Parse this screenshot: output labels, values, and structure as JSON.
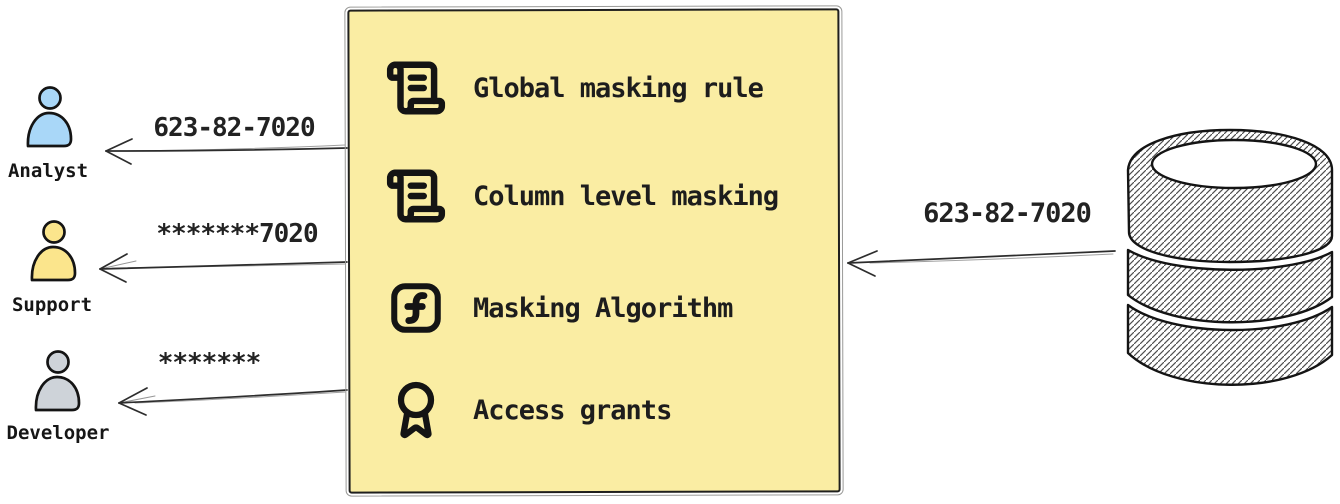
{
  "diagram": {
    "title_hint": "data masking flow",
    "source": {
      "icon": "database-icon",
      "arrow_label": "623-82-7020"
    },
    "masking_box": {
      "fill": "#faeda3",
      "border_color": "#20201e",
      "items": [
        {
          "icon": "scroll-icon",
          "label": "Global masking rule"
        },
        {
          "icon": "scroll-icon",
          "label": "Column level masking"
        },
        {
          "icon": "function-icon",
          "label": "Masking Algorithm"
        },
        {
          "icon": "award-icon",
          "label": "Access grants"
        }
      ]
    },
    "personas": [
      {
        "name": "Analyst",
        "received_value": "623-82-7020",
        "fill": "#a9d7f8"
      },
      {
        "name": "Support",
        "received_value": "*******7020",
        "fill": "#fbe58c"
      },
      {
        "name": "Developer",
        "received_value": "*******",
        "fill": "#ced3d9"
      }
    ]
  }
}
